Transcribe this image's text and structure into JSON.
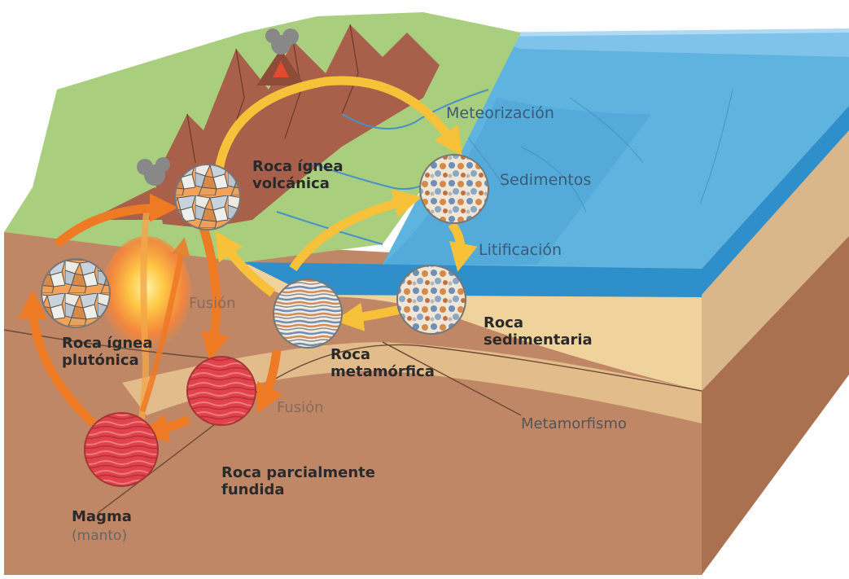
{
  "labels": {
    "meteorizacion": "Meteorización",
    "sedimentos": "Sedimentos",
    "litificacion": "Litificación",
    "roca_ignea_volcanica": "Roca ígnea volcánica",
    "roca_ignea_volcanica_l1": "Roca ígnea",
    "roca_ignea_volcanica_l2": "volcánica",
    "fusion_upper": "Fusión",
    "roca_ignea_plutonica_l1": "Roca ígnea",
    "roca_ignea_plutonica_l2": "plutónica",
    "roca_metamorfica_l1": "Roca",
    "roca_metamorfica_l2": "metamórfica",
    "roca_sedimentaria_l1": "Roca",
    "roca_sedimentaria_l2": "sedimentaria",
    "fusion_lower": "Fusión",
    "metamorfismo": "Metamorfismo",
    "roca_parcialmente_fundida_l1": "Roca parcialmente",
    "roca_parcialmente_fundida_l2": "fundida",
    "magma": "Magma",
    "manto": "(manto)"
  },
  "colors": {
    "sea_top": "#5eb3df",
    "sea_front": "#2f8fcb",
    "land_green": "#a9cf7e",
    "mountain_brown": "#a8604a",
    "crust_brown": "#bf8766",
    "sediment_tan": "#f0d39c",
    "arrow_yellow": "#f7c23a",
    "arrow_orange": "#ef7a24",
    "magma_red": "#e0434c"
  }
}
